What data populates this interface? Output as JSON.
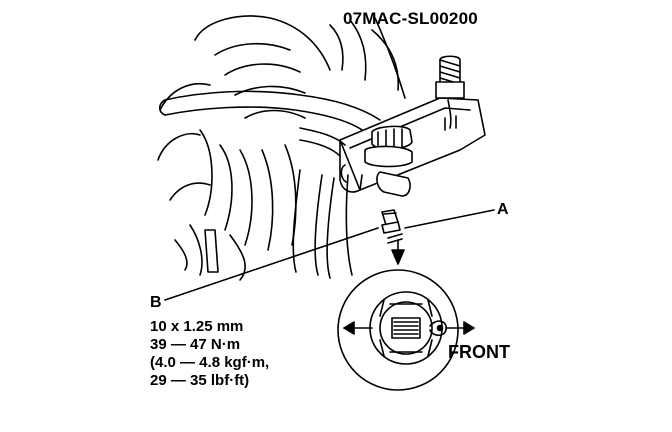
{
  "labels": {
    "tool": "07MAC-SL00200",
    "a": "A",
    "b": "B",
    "front": "FRONT"
  },
  "spec": {
    "lines": [
      "10 x 1.25 mm",
      "39 — 47 N·m",
      "(4.0 — 4.8 kgf·m,",
      "29 — 35 lbf·ft)"
    ]
  }
}
